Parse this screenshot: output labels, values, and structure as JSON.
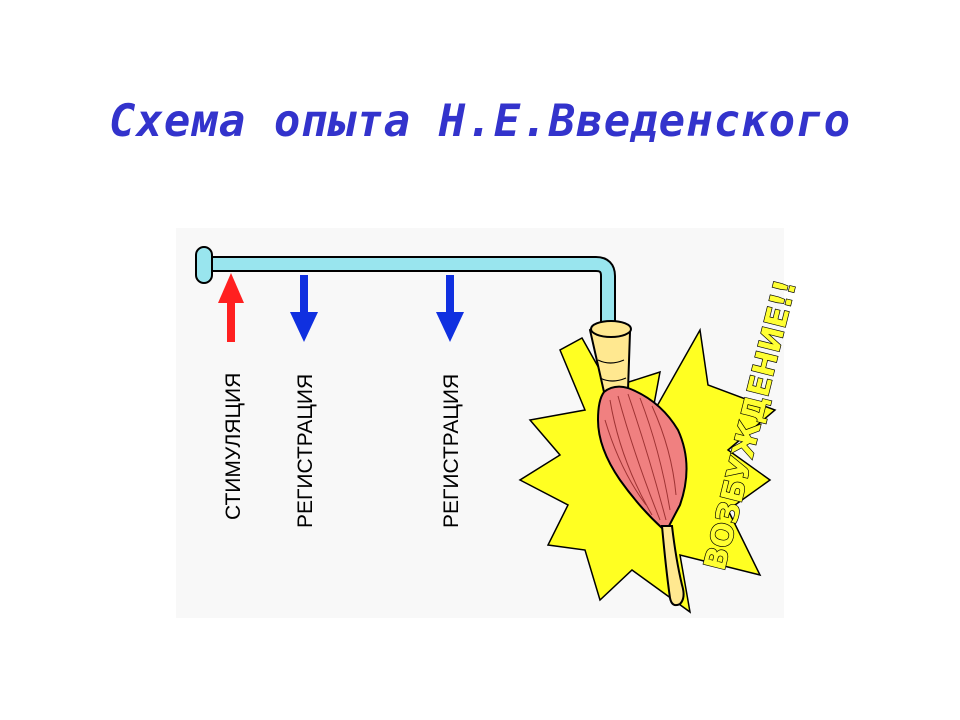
{
  "title": "Схема опыта Н.Е.Введенского",
  "labels": {
    "stimulation": "СТИМУЛЯЦИЯ",
    "registration_1": "РЕГИСТРАЦИЯ",
    "registration_2": "РЕГИСТРАЦИЯ",
    "excitation": "ВОЗБУЖДЕНИЕ!!"
  },
  "colors": {
    "title": "#3333cc",
    "nerve": "#99e5ee",
    "stimulation_arrow": "#ff2020",
    "registration_arrow": "#1030e0",
    "burst": "#ffff22",
    "muscle": "#f08080",
    "tendon": "#ffe890"
  },
  "icons": {
    "stimulation": "arrow-up-icon",
    "registration": "arrow-down-icon",
    "excitation": "burst-icon"
  }
}
